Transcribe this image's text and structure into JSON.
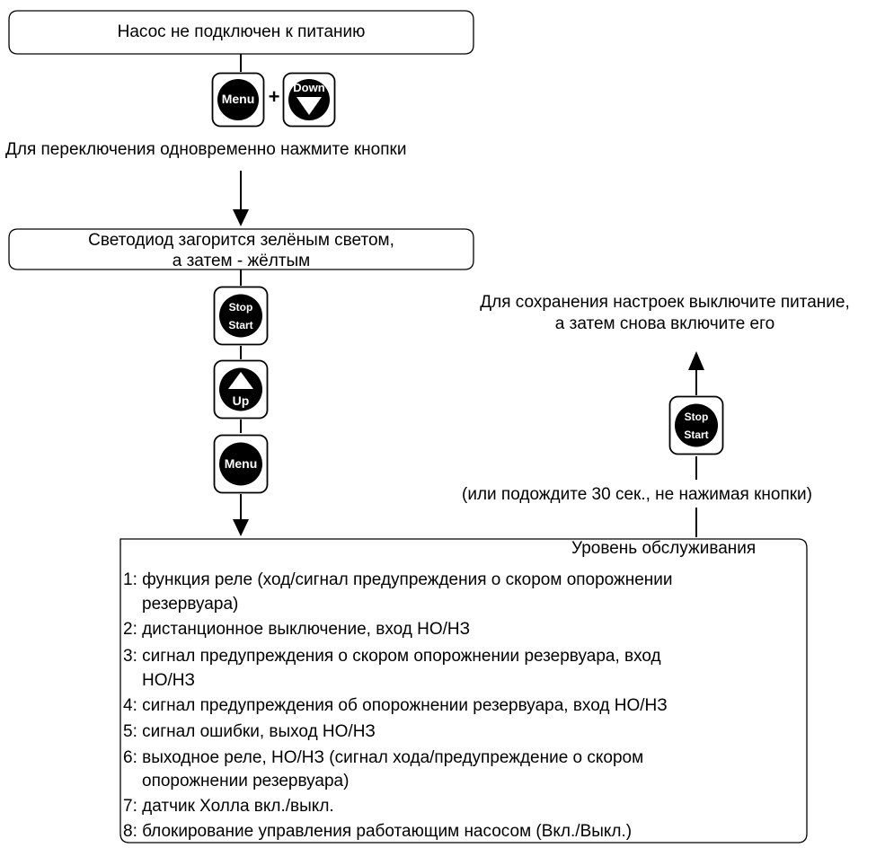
{
  "steps": {
    "start_box": "Насос не подключен к питанию",
    "plus": "+",
    "instruction": "Для переключения одновременно нажмите кнопки",
    "led_box_line1": "Светодиод загорится зелёным светом,",
    "led_box_line2": "а затем - жёлтым",
    "save_line1": "Для сохранения настроек выключите питание,",
    "save_line2": "а затем снова включите его",
    "wait_note": "(или подождите 30 сек., не нажимая кнопки)"
  },
  "buttons": {
    "menu": "Menu",
    "down": "Down",
    "stop": "Stop",
    "start": "Start",
    "up": "Up"
  },
  "service": {
    "title": "Уровень обслуживания",
    "items": [
      {
        "line1": "1: функция реле (ход/сигнал предупреждения о скором опорожнении",
        "line2": "резервуара)"
      },
      {
        "line1": "2: дистанционное выключение, вход НО/НЗ"
      },
      {
        "line1": "3: сигнал предупреждения о скором опорожнении резервуара, вход",
        "line2": "НО/НЗ"
      },
      {
        "line1": "4: сигнал предупреждения об опорожнении резервуара, вход НО/НЗ"
      },
      {
        "line1": "5: сигнал ошибки, выход НО/НЗ"
      },
      {
        "line1": "6: выходное реле, НО/НЗ (сигнал хода/предупреждение о скором",
        "line2": "опорожнении резервуара)"
      },
      {
        "line1": "7: датчик Холла вкл./выкл."
      },
      {
        "line1": "8: блокирование управления работающим насосом (Вкл./Выкл.)"
      }
    ]
  }
}
